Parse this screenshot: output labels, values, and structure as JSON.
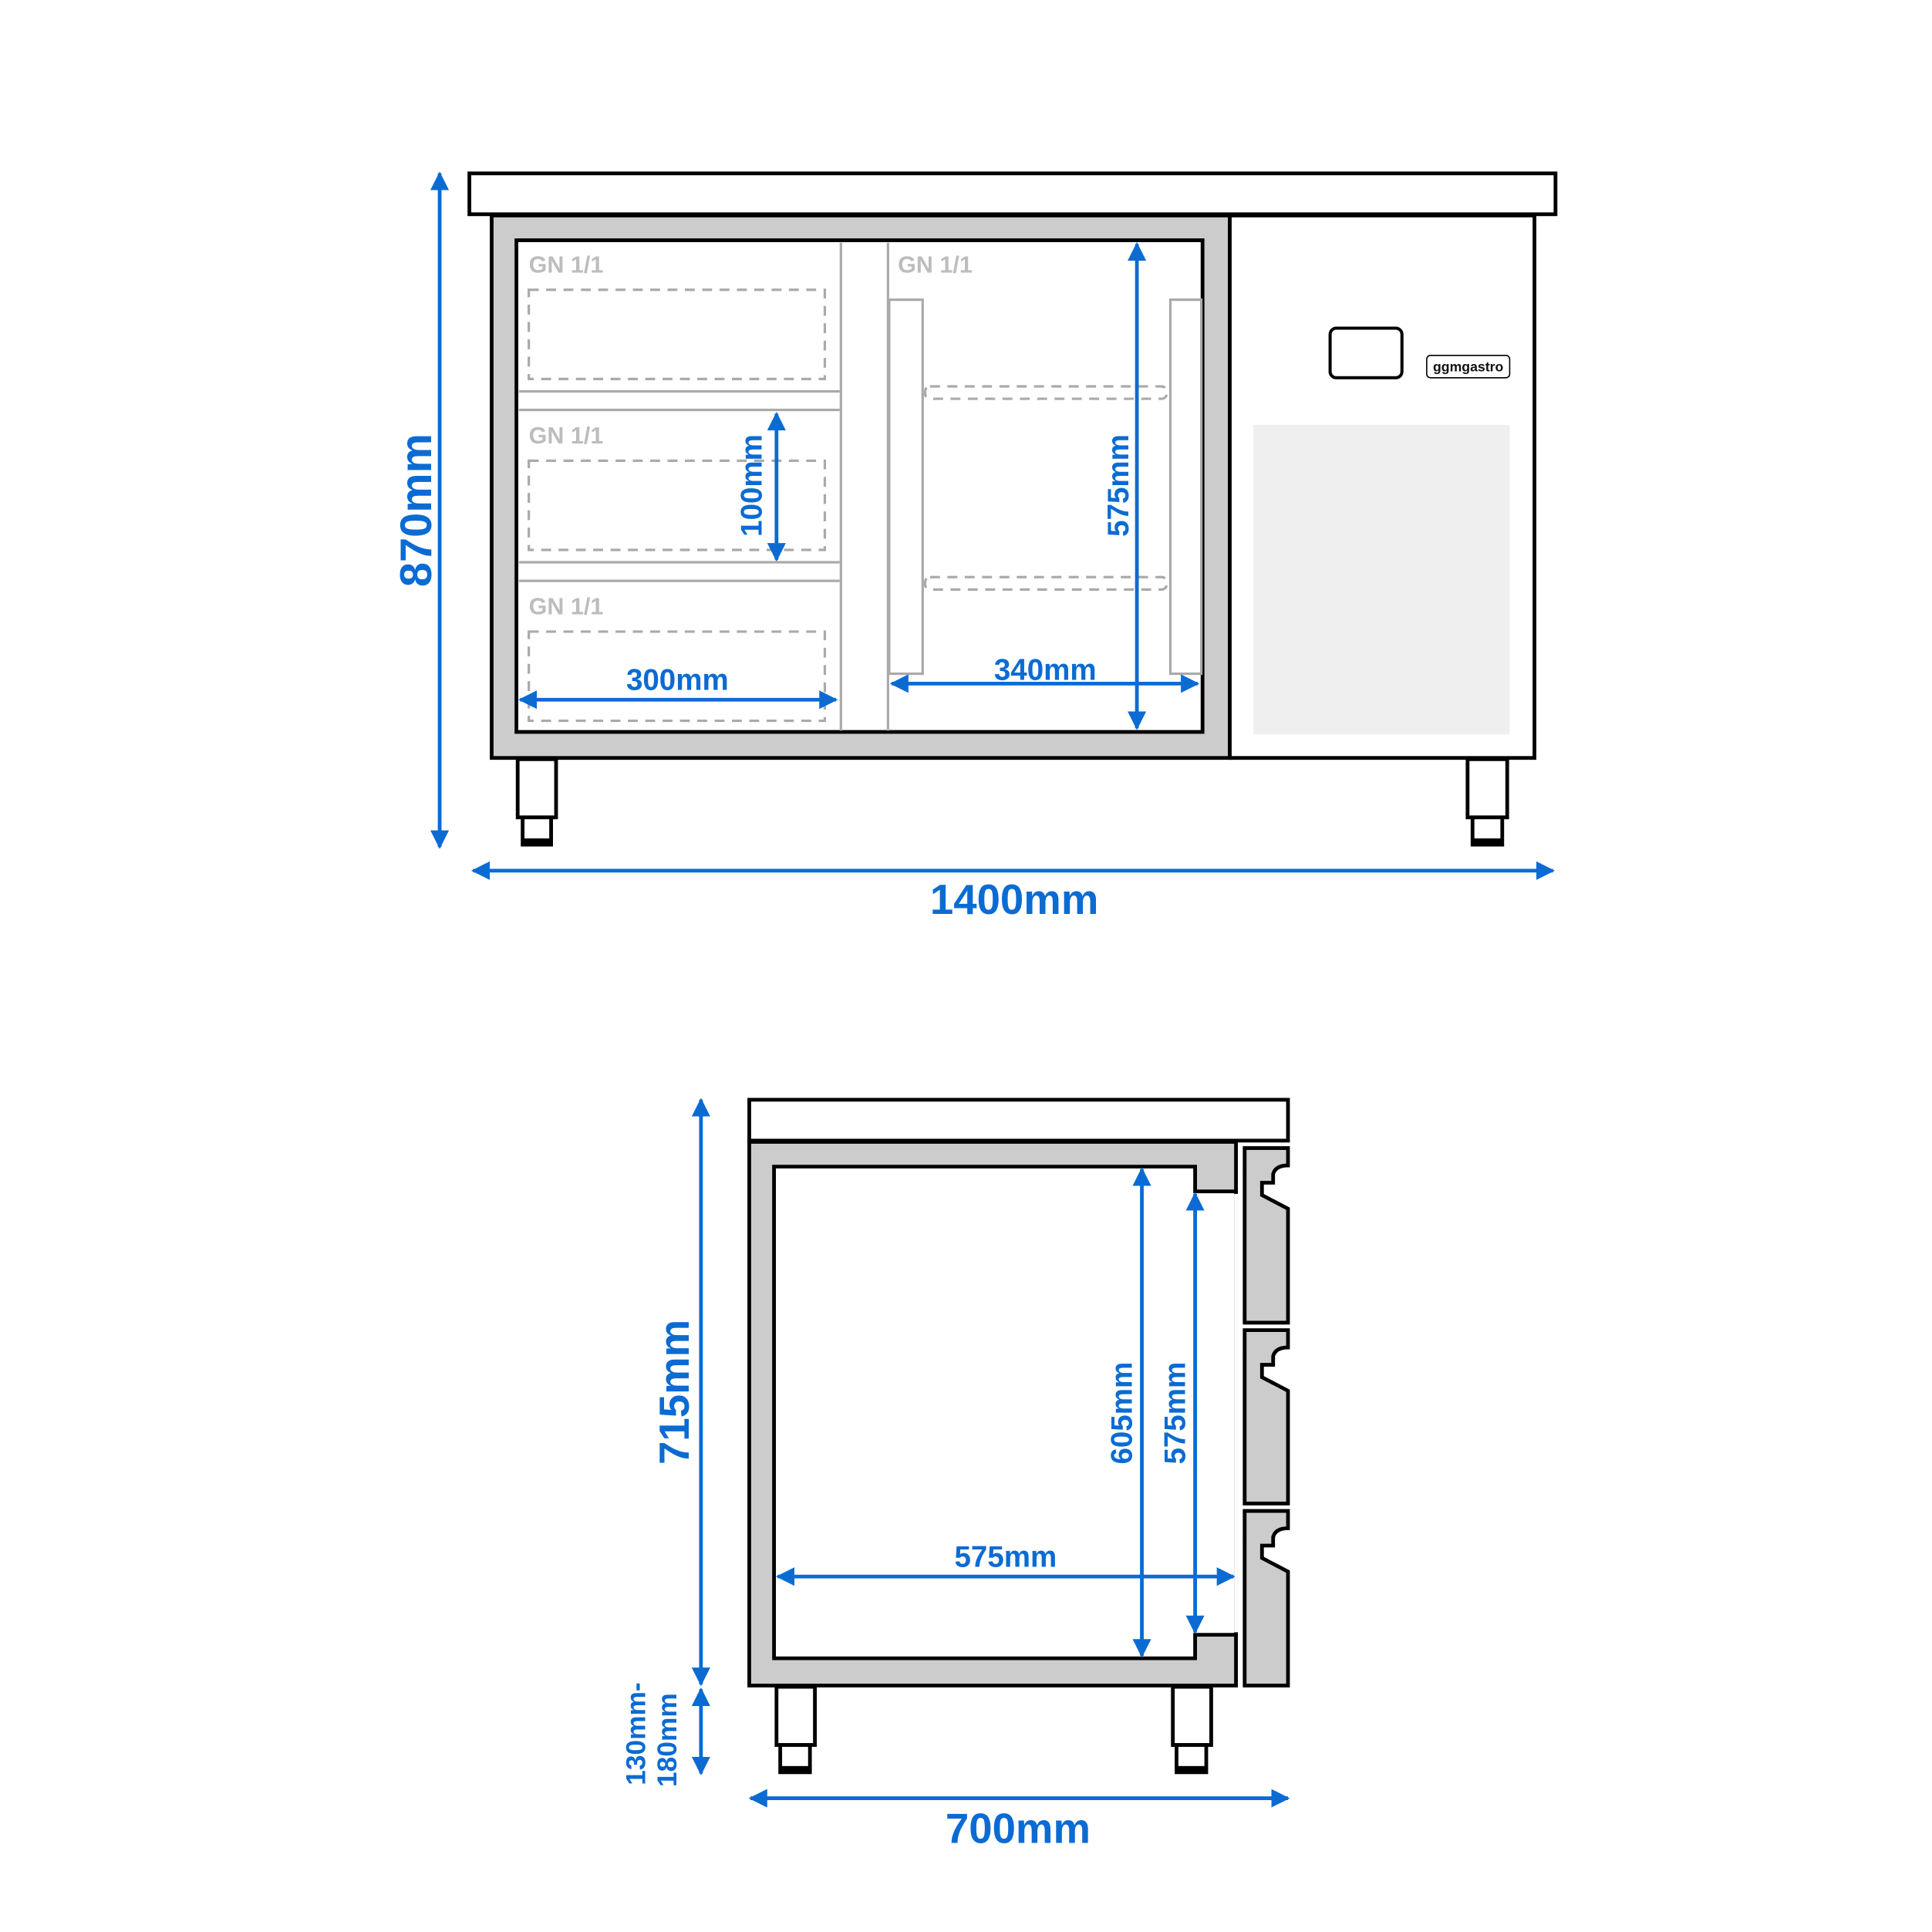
{
  "front_view": {
    "width_label": "1400mm",
    "height_label": "870mm",
    "gn_labels": [
      "GN 1/1",
      "GN 1/1",
      "GN 1/1",
      "GN 1/1"
    ],
    "drawer_width_label": "300mm",
    "drawer_height_label": "100mm",
    "door_width_label": "340mm",
    "door_height_label": "575mm",
    "brand_label": "ggmgastro"
  },
  "side_view": {
    "depth_label": "700mm",
    "body_height_label": "715mm",
    "leg_height_label_line1": "130mm-",
    "leg_height_label_line2": "180mm",
    "interior_depth_label": "575mm",
    "interior_height_outer_label": "605mm",
    "interior_height_inner_label": "575mm"
  },
  "colors": {
    "dimension_blue": "#0b6bd3",
    "frame_gray": "#cccccc",
    "panel_gray": "#efefef",
    "outline": "#000000",
    "label_gray": "#bdbdbd"
  }
}
